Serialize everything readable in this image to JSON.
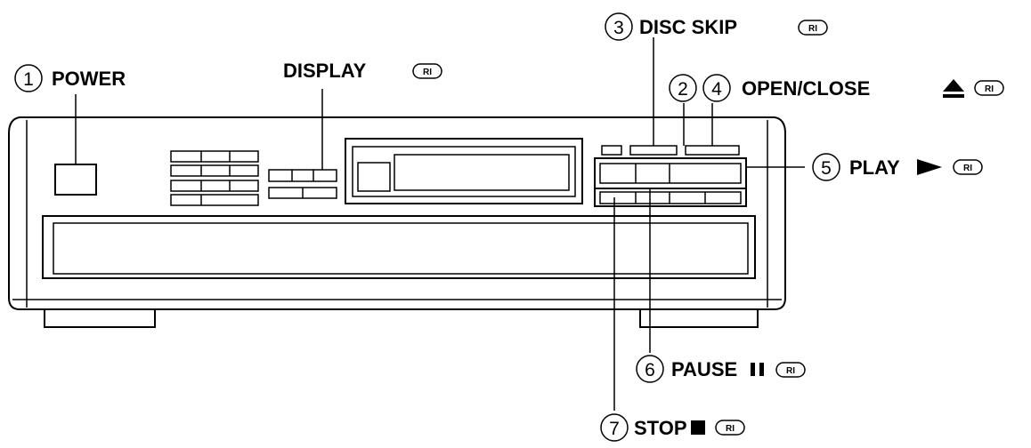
{
  "labels": {
    "power": {
      "num": "1",
      "text": "POWER",
      "remote_mark": ""
    },
    "display": {
      "num": "",
      "text": "DISPLAY",
      "remote_mark": "RI"
    },
    "disc_skip": {
      "num": "3",
      "text": "DISC SKIP",
      "remote_mark": "RI"
    },
    "open_close": {
      "num_a": "2",
      "num_b": "4",
      "text": "OPEN/CLOSE",
      "symbol": "eject",
      "remote_mark": "RI"
    },
    "play": {
      "num": "5",
      "text": "PLAY",
      "symbol": "play",
      "remote_mark": "RI"
    },
    "pause": {
      "num": "6",
      "text": "PAUSE",
      "symbol": "pause",
      "remote_mark": "RI"
    },
    "stop": {
      "num": "7",
      "text": "STOP",
      "symbol": "stop",
      "remote_mark": "RI"
    }
  },
  "colors": {
    "ink": "#000000",
    "paper": "#ffffff"
  }
}
